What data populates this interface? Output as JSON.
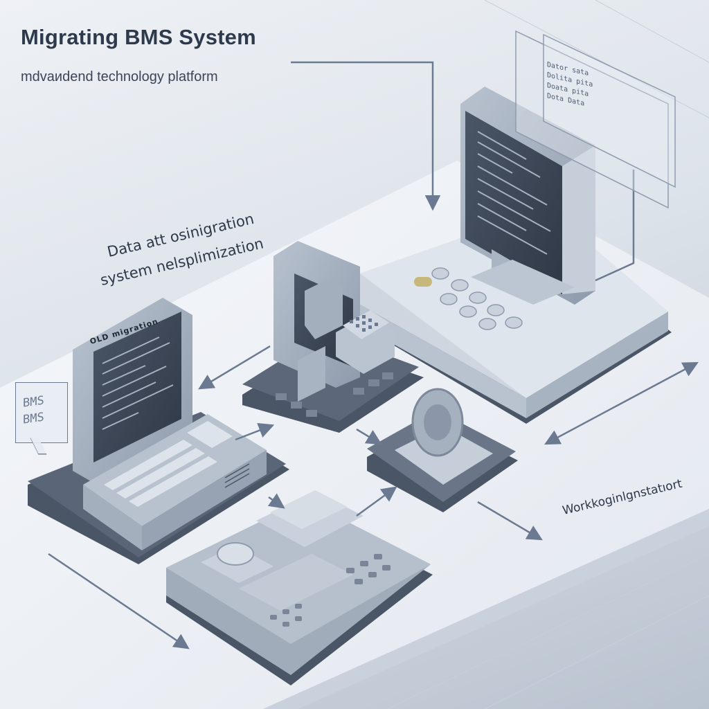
{
  "header": {
    "title": "Migrating BMS System",
    "subtitle": "mdvaиdend technology platform"
  },
  "annotations": {
    "line1": "Data att osinigration",
    "line2": "system nelsplimization",
    "workstation_label": "Workkoginlgnstatıort",
    "legacy_panel_label": "OLD migration"
  },
  "speech_bubble": {
    "lines": [
      "BMS",
      "BMS"
    ]
  },
  "hud_panel": {
    "lines": [
      "Dator sata",
      "Dolita pita",
      "Doata pita",
      "Dota Data"
    ]
  },
  "colors": {
    "background": "#dde3ea",
    "platform": "#eef1f6",
    "base_dark": "#4a5566",
    "device": "#9aa6b6",
    "screen": "#3d4757",
    "arrow": "#6b7a90",
    "text": "#2e3a4b"
  },
  "icons": [
    "arrow-icon",
    "dial-icon",
    "button-icon",
    "screen-icon",
    "keyboard-icon"
  ]
}
